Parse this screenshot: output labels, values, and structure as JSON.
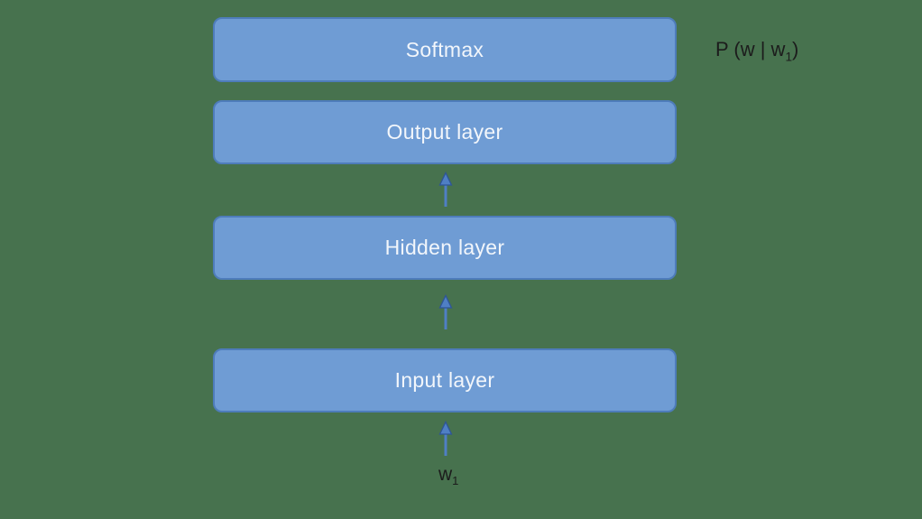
{
  "layers": [
    {
      "id": "softmax",
      "label": "Softmax"
    },
    {
      "id": "output",
      "label": "Output layer"
    },
    {
      "id": "hidden",
      "label": "Hidden layer"
    },
    {
      "id": "input",
      "label": "Input layer"
    }
  ],
  "annotations": {
    "probability": {
      "prefix": "P (w | w",
      "subscript": "1",
      "suffix": ")"
    },
    "input_word": {
      "main": "w",
      "subscript": "1"
    }
  },
  "icons": {
    "between_layers": "up-arrow"
  },
  "colors": {
    "background": "#47724E",
    "box_fill": "#6F9CD4",
    "box_border": "#4E7CBA",
    "box_text": "#F2F6FB",
    "arrow_fill": "#4F7FC4",
    "arrow_stroke": "#2E5596",
    "annotation_text": "#1C1C1C"
  }
}
